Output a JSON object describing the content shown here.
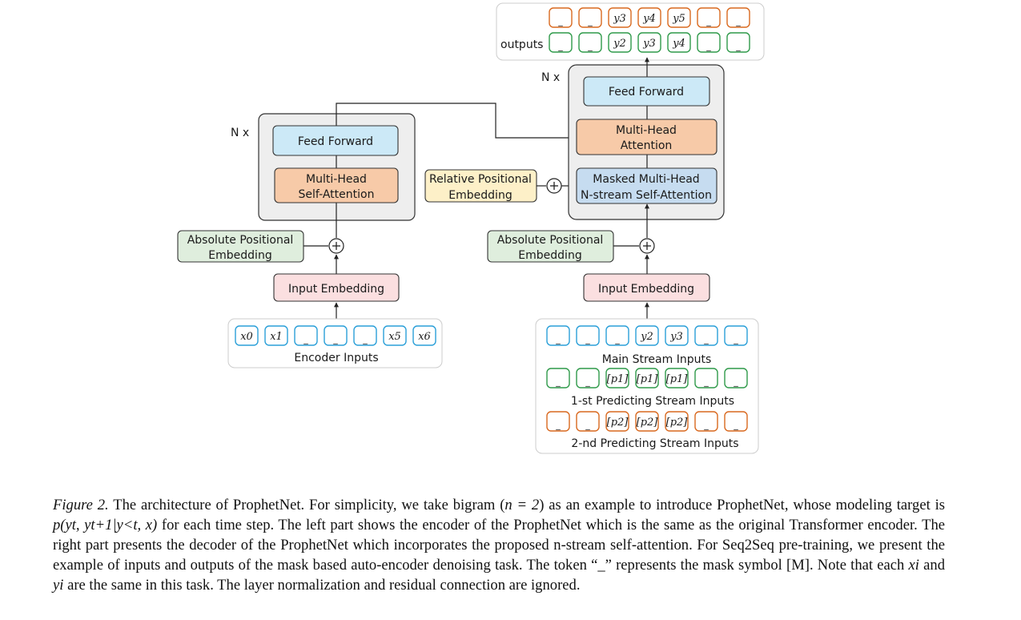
{
  "diagram": {
    "nx_left": "N x",
    "nx_right": "N x",
    "encoder": {
      "feed_forward": "Feed Forward",
      "attention_line1": "Multi-Head",
      "attention_line2": "Self-Attention",
      "abs_pos_line1": "Absolute Positional",
      "abs_pos_line2": "Embedding",
      "input_embedding": "Input Embedding",
      "inputs_label": "Encoder Inputs",
      "inputs": [
        "x0",
        "x1",
        "_",
        "_",
        "_",
        "x5",
        "x6"
      ]
    },
    "relative_pos_line1": "Relative Positional",
    "relative_pos_line2": "Embedding",
    "decoder": {
      "feed_forward": "Feed Forward",
      "cross_attention_line1": "Multi-Head",
      "cross_attention_line2": "Attention",
      "masked_attention_line1": "Masked Multi-Head",
      "masked_attention_line2": "N-stream Self-Attention",
      "abs_pos_line1": "Absolute Positional",
      "abs_pos_line2": "Embedding",
      "input_embedding": "Input Embedding",
      "outputs_label": "outputs",
      "outputs_row1": [
        "_",
        "_",
        "y3",
        "y4",
        "y5",
        "_",
        "_"
      ],
      "outputs_row2": [
        "_",
        "_",
        "y2",
        "y3",
        "y4",
        "_",
        "_"
      ],
      "main_stream": [
        "_",
        "_",
        "_",
        "y2",
        "y3",
        "_",
        "_"
      ],
      "main_stream_label": "Main Stream Inputs",
      "predict1": [
        "_",
        "_",
        "[p1]",
        "[p1]",
        "[p1]",
        "_",
        "_"
      ],
      "predict1_label": "1-st Predicting Stream Inputs",
      "predict2": [
        "_",
        "_",
        "[p2]",
        "[p2]",
        "[p2]",
        "_",
        "_"
      ],
      "predict2_label": "2-nd Predicting Stream Inputs"
    },
    "colors": {
      "feed_forward": "#cce9f7",
      "attention": "#f7caa8",
      "masked_attention": "#c6dcf0",
      "positional": "#dfeedd",
      "relative_positional": "#fdf0c8",
      "input_embedding": "#fbdfe0",
      "stack_bg": "#eeeeee",
      "cell_blue": "#2a9fd8",
      "cell_green": "#2f9a4a",
      "cell_orange": "#d9691f"
    }
  },
  "caption": {
    "figure_label": "Figure 2.",
    "text_part1": " The architecture of ProphetNet. For simplicity, we take bigram (",
    "math_n": "n = 2",
    "text_part2": ") as an example to introduce ProphetNet, whose modeling target is ",
    "math_target": "p(yt, yt+1|y<t, x)",
    "text_part3": " for each time step. The left part shows the encoder of the ProphetNet which is the same as the original Transformer encoder. The right part presents the decoder of the ProphetNet which incorporates the proposed n-stream self-attention. For Seq2Seq pre-training, we present the example of inputs and outputs of the mask based auto-encoder denoising task. The token “_” represents the mask symbol [M]. Note that each ",
    "math_xi": "xi",
    "text_part4": " and ",
    "math_yi": "yi",
    "text_part5": " are the same in this task. The layer normalization and residual connection are ignored."
  }
}
